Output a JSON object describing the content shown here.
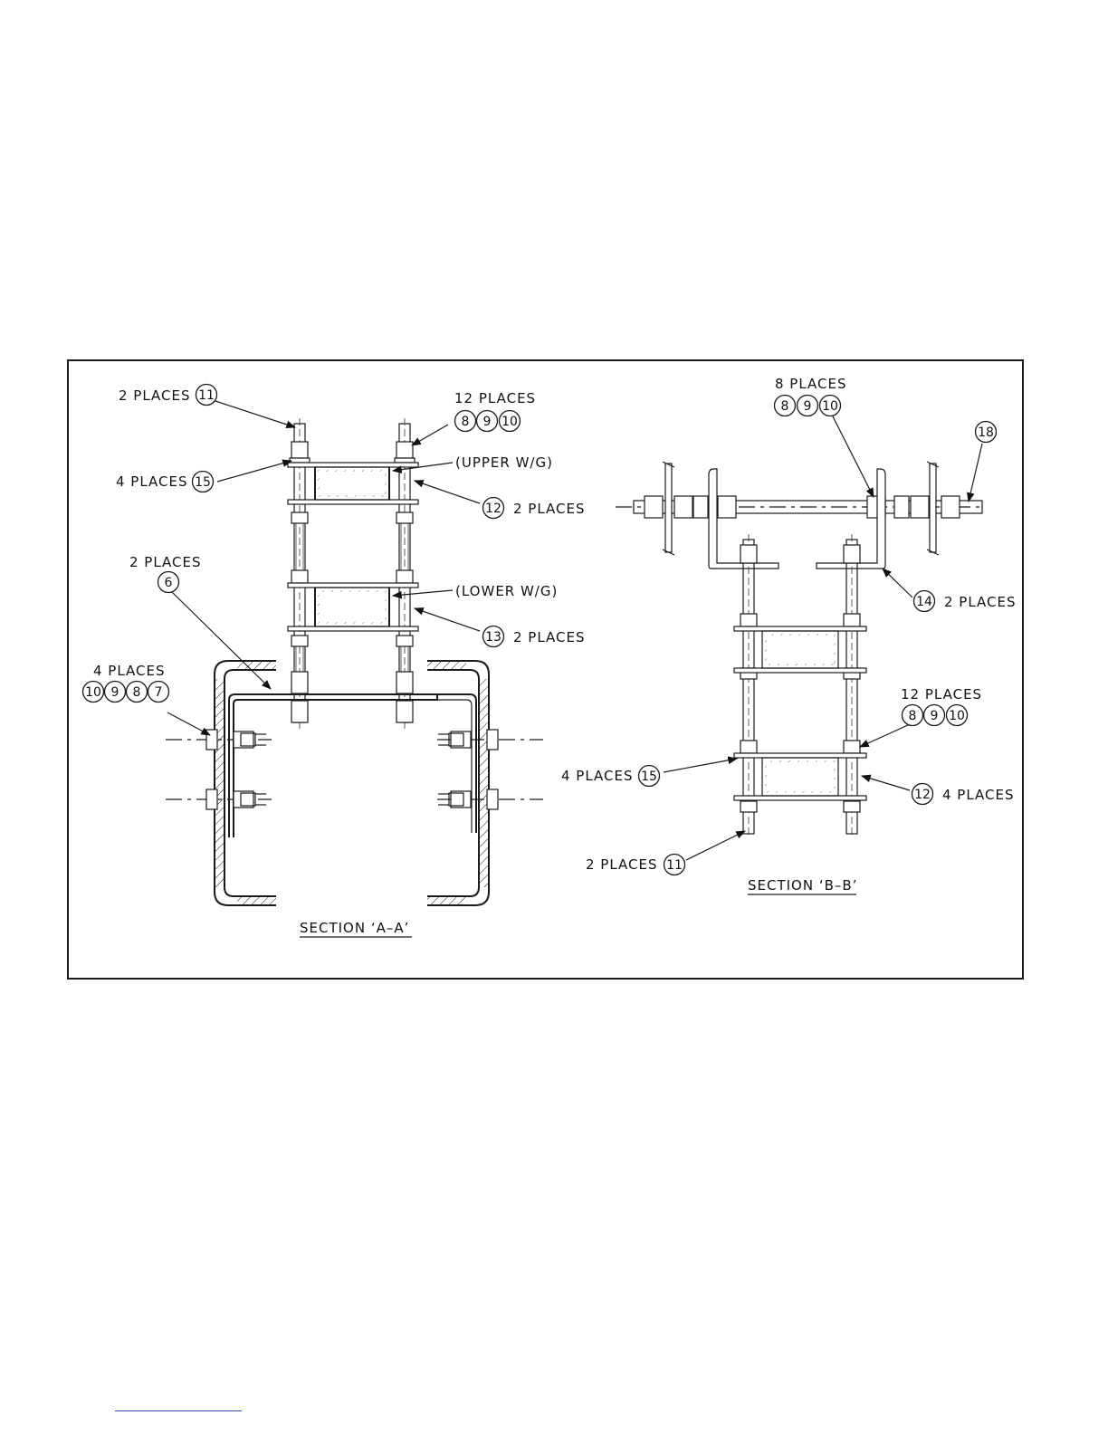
{
  "section_a": {
    "title": "SECTION ‘A–A’",
    "callouts": {
      "top_left_qty": "2 PLACES",
      "top_left_item": "11",
      "top_right_qty": "12 PLACES",
      "top_right_items": [
        "8",
        "9",
        "10"
      ],
      "left_mid_qty": "4 PLACES",
      "left_mid_item": "15",
      "upper_wg": "(UPPER W/G)",
      "right_upper_item": "12",
      "right_upper_qty": "2 PLACES",
      "plate_qty": "2 PLACES",
      "plate_item": "6",
      "lower_wg": "(LOWER W/G)",
      "right_lower_item": "13",
      "right_lower_qty": "2 PLACES",
      "bolt_qty": "4 PLACES",
      "bolt_items": [
        "10",
        "9",
        "8",
        "7"
      ]
    }
  },
  "section_b": {
    "title": "SECTION ‘B–B’",
    "callouts": {
      "top_qty": "8 PLACES",
      "top_items": [
        "8",
        "9",
        "10"
      ],
      "rod_item": "18",
      "bracket_item": "14",
      "bracket_qty": "2 PLACES",
      "mid_qty": "12 PLACES",
      "mid_items": [
        "8",
        "9",
        "10"
      ],
      "left_qty": "4 PLACES",
      "left_item": "15",
      "right_item": "12",
      "right_qty": "4 PLACES",
      "bottom_qty": "2 PLACES",
      "bottom_item": "11"
    }
  }
}
